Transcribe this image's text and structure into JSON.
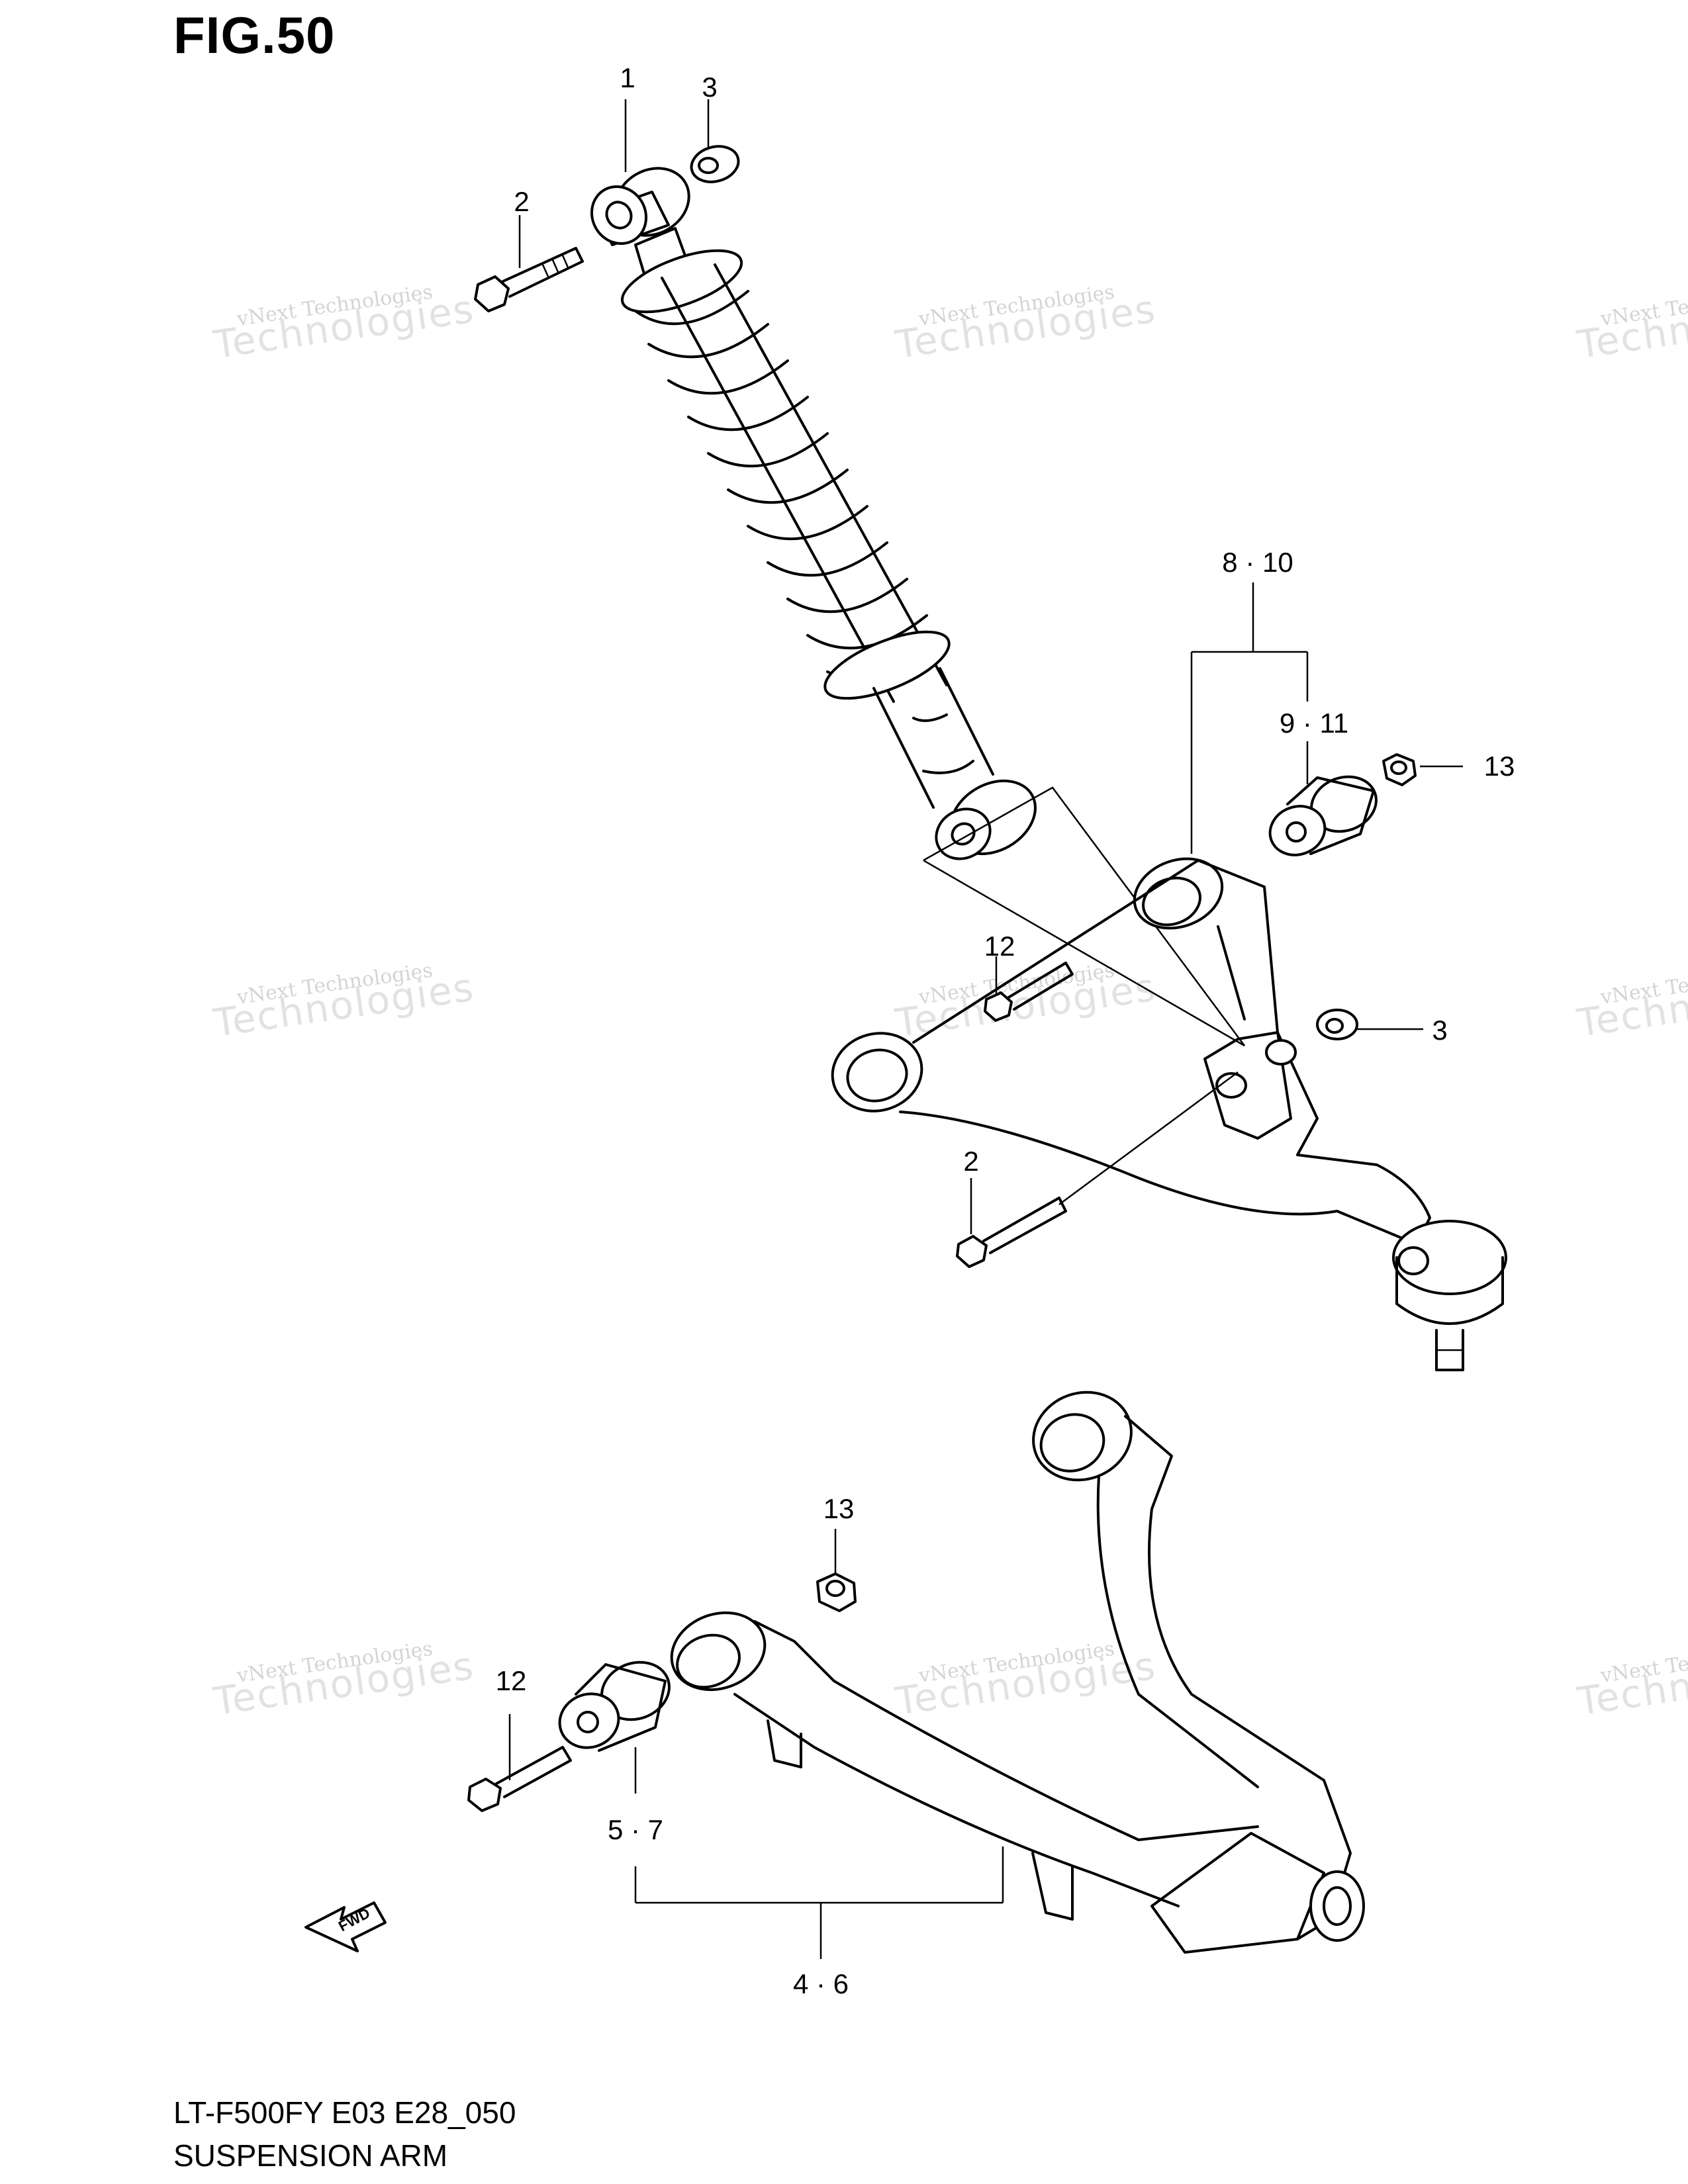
{
  "figure": {
    "title": "FIG.50",
    "model_code": "LT-F500FY E03 E28_050",
    "section_name": "SUSPENSION ARM"
  },
  "watermark": {
    "line1": "vNext Technologies",
    "line2": "Technologies"
  },
  "callouts": {
    "c1": "1",
    "c3_top": "3",
    "c2_top": "2",
    "c8_10": "8 · 10",
    "c9_11": "9 · 11",
    "c13_top": "13",
    "c12_mid": "12",
    "c3_mid": "3",
    "c2_mid": "2",
    "c13_low": "13",
    "c12_low": "12",
    "c5_7": "5 · 7",
    "c4_6": "4 · 6"
  },
  "fwd_label": "FWD"
}
